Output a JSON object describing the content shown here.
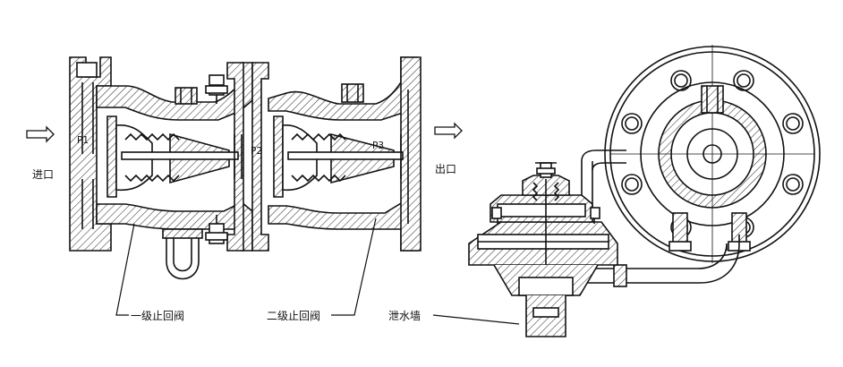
{
  "labels": {
    "inlet": "进口",
    "outlet": "出口",
    "stage1": "一级止回阀",
    "stage2": "二级止回阀",
    "drain": "泄水墙",
    "p1": "P1",
    "p2": "P2",
    "p3": "P3"
  },
  "colors": {
    "line": "#111111",
    "hatch": "#333333",
    "background": "#ffffff"
  },
  "icons": {
    "flow_in": "arrow-right-icon",
    "flow_out": "arrow-right-icon"
  }
}
